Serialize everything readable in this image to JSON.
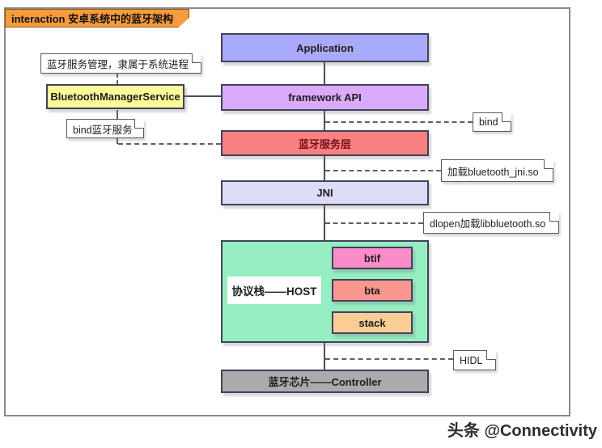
{
  "frame": {
    "title": "interaction 安卓系统中的蓝牙架构",
    "title_bg": "#f89b3c"
  },
  "boxes": {
    "application": {
      "label": "Application",
      "fill": "#aaaafa"
    },
    "bms": {
      "label": "BluetoothManagerService",
      "fill": "#fafa96"
    },
    "framework_api": {
      "label": "framework API",
      "fill": "#d9abf9"
    },
    "service_layer": {
      "label": "蓝牙服务层",
      "fill": "#fb8181"
    },
    "jni": {
      "label": "JNI",
      "fill": "#dcdcf8"
    },
    "host": {
      "label": "协议栈——HOST",
      "fill": "#94eec2"
    },
    "btif": {
      "label": "btif",
      "fill": "#fa8cc8"
    },
    "bta": {
      "label": "bta",
      "fill": "#f9968e"
    },
    "stack": {
      "label": "stack",
      "fill": "#facd96"
    },
    "controller": {
      "label": "蓝牙芯片——Controller",
      "fill": "#ababab"
    }
  },
  "notes": {
    "service_mgmt": "蓝牙服务管理，隶属于系统进程",
    "bind_cn": "bind蓝牙服务",
    "bind": "bind",
    "load_jni_so": "加载bluetooth_jni.so",
    "dlopen_so": "dlopen加载libbluetooth.so",
    "hidl": "HIDL"
  },
  "watermark": "头条 @Connectivity"
}
